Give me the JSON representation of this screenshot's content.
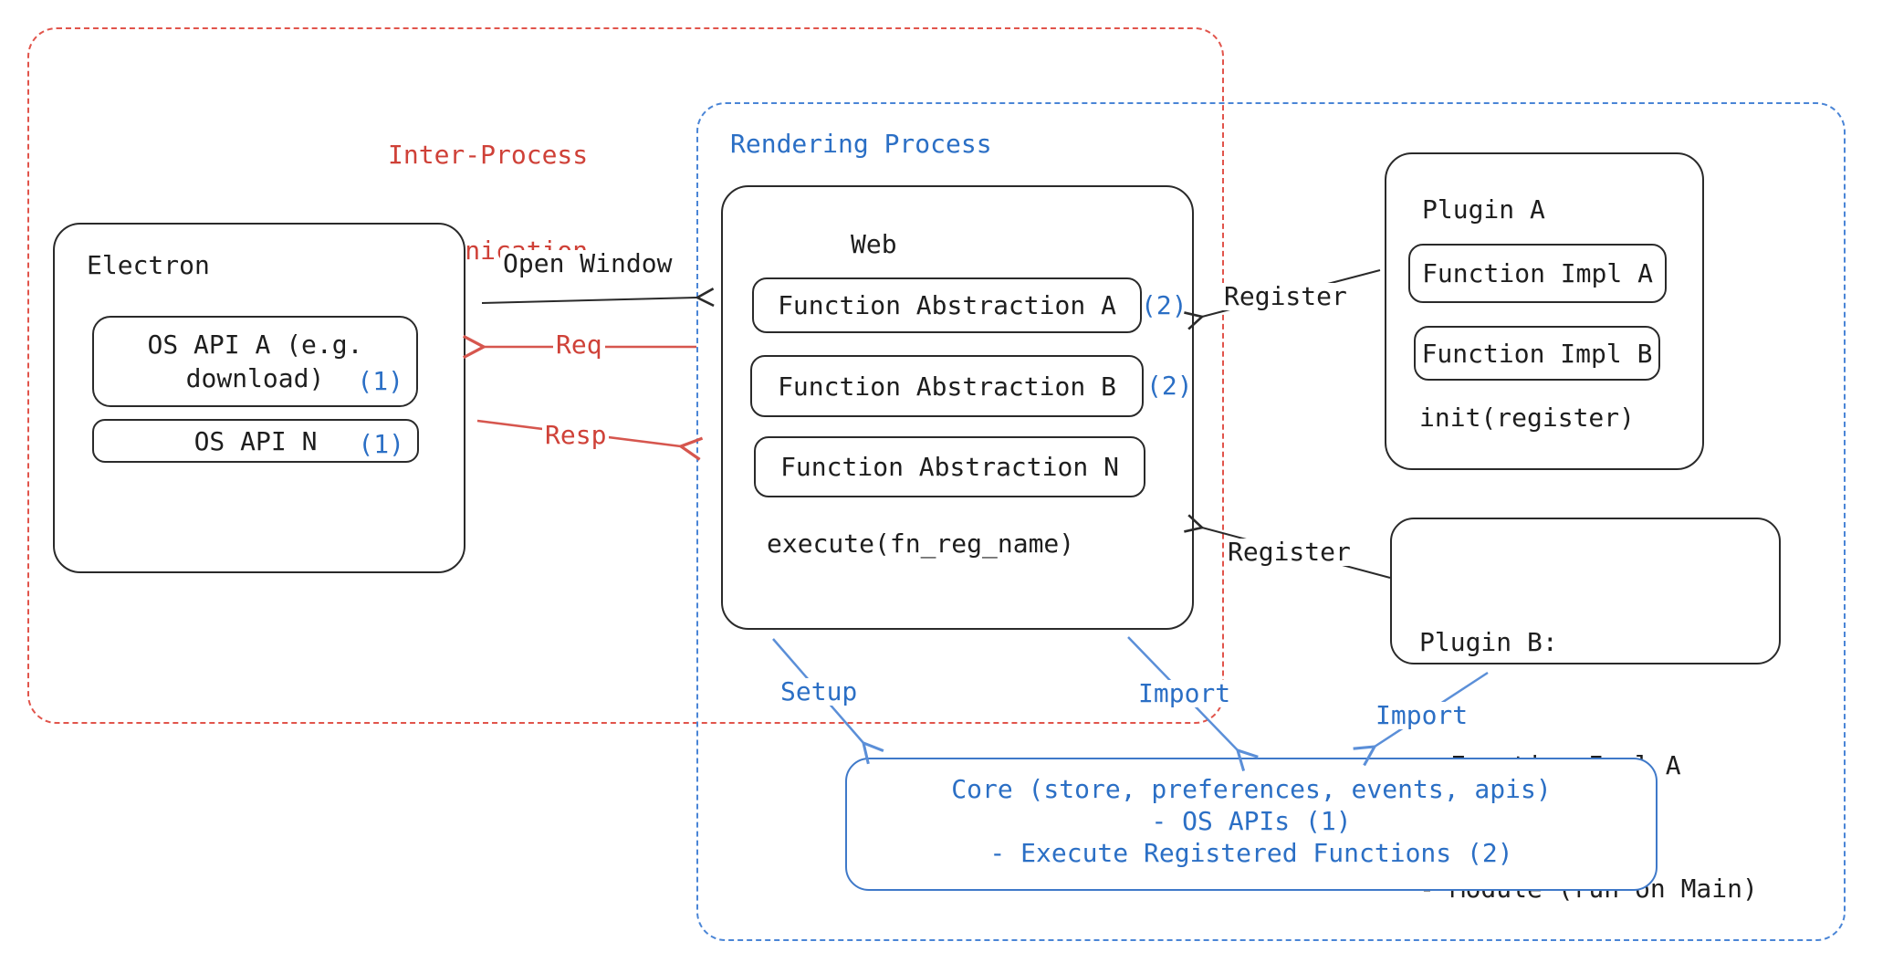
{
  "diagram": {
    "ipc_group": {
      "label_line1": "Inter-Process",
      "label_line2": "Communication"
    },
    "rendering_group": {
      "label": "Rendering Process"
    },
    "electron_box": {
      "title": "Electron",
      "os_api_a": {
        "line1": "OS API A (e.g.",
        "line2": "download)",
        "badge": "(1)"
      },
      "os_api_n": {
        "label": "OS API N",
        "badge": "(1)"
      }
    },
    "web_box": {
      "title": "Web",
      "fn_abstraction_a": {
        "label": "Function Abstraction A",
        "badge": "(2)"
      },
      "fn_abstraction_b": {
        "label": "Function Abstraction B",
        "badge": "(2)"
      },
      "fn_abstraction_n": {
        "label": "Function Abstraction N"
      },
      "execute": "execute(fn_reg_name)"
    },
    "plugin_a_box": {
      "title": "Plugin A",
      "impl_a": "Function Impl A",
      "impl_b": "Function Impl B",
      "init": "init(register)"
    },
    "plugin_b_box": {
      "title": "Plugin B:",
      "item1": "- Function Impl A",
      "item2": "- Module (run on Main)"
    },
    "core_box": {
      "line1": "Core (store, preferences, events, apis)",
      "line2": "- OS APIs (1)",
      "line3": "- Execute Registered Functions (2)"
    },
    "arrows": {
      "open_window": "Open Window",
      "req": "Req",
      "resp": "Resp",
      "register_plugin_a": "Register",
      "register_plugin_b": "Register",
      "setup": "Setup",
      "import_web": "Import",
      "import_plugin_b": "Import"
    },
    "colors": {
      "red": "#cf4138",
      "red_dash": "#e1544b",
      "blue_text": "#2b6fc5",
      "blue_line": "#4a85d6",
      "black": "#1e1e1e"
    }
  }
}
